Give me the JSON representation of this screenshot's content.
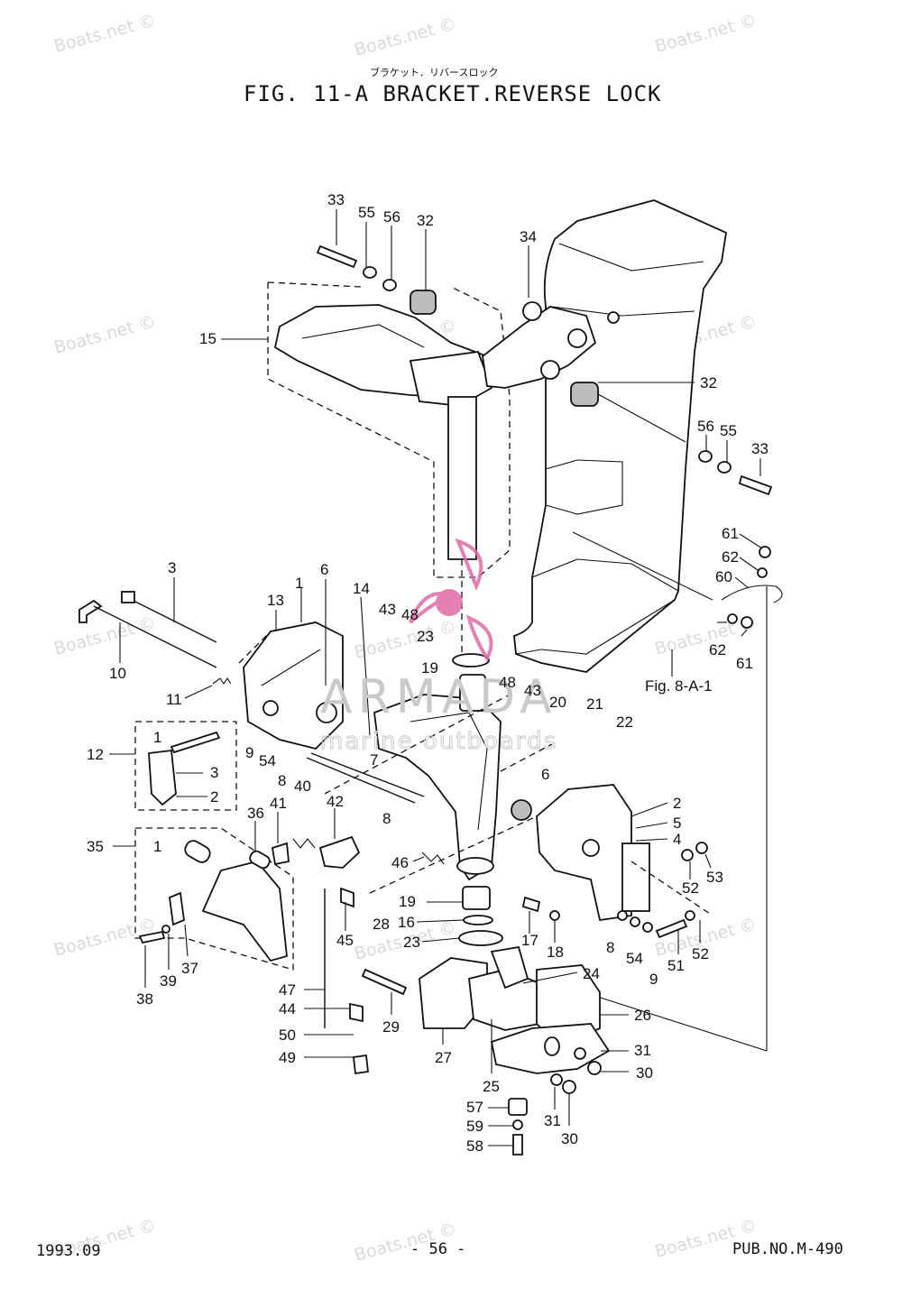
{
  "header": {
    "japanese": "ブラケット．リバースロック",
    "title": "FIG. 11-A BRACKET.REVERSE LOCK"
  },
  "footer": {
    "date": "1993.09",
    "page": "- 56 -",
    "publication": "PUB.NO.M-490"
  },
  "watermark": {
    "text": "Boats.net ©"
  },
  "brand": {
    "name": "ARMADA",
    "tagline": "marine outboards",
    "color": "#e06aa8"
  },
  "reference": {
    "text": "Fig. 8-A-1"
  },
  "callouts": [
    "33",
    "55",
    "56",
    "32",
    "34",
    "15",
    "32",
    "56",
    "55",
    "33",
    "61",
    "62",
    "60",
    "62",
    "61",
    "3",
    "1",
    "6",
    "13",
    "14",
    "43",
    "48",
    "23",
    "19",
    "10",
    "11",
    "48",
    "43",
    "20",
    "21",
    "22",
    "1",
    "12",
    "3",
    "2",
    "9",
    "54",
    "8",
    "40",
    "7",
    "6",
    "36",
    "41",
    "42",
    "8",
    "46",
    "35",
    "1",
    "2",
    "5",
    "4",
    "52",
    "53",
    "52",
    "19",
    "28",
    "16",
    "23",
    "17",
    "18",
    "8",
    "54",
    "9",
    "51",
    "45",
    "38",
    "39",
    "37",
    "47",
    "44",
    "50",
    "49",
    "29",
    "27",
    "24",
    "26",
    "25",
    "31",
    "30",
    "57",
    "59",
    "58",
    "31",
    "30"
  ]
}
